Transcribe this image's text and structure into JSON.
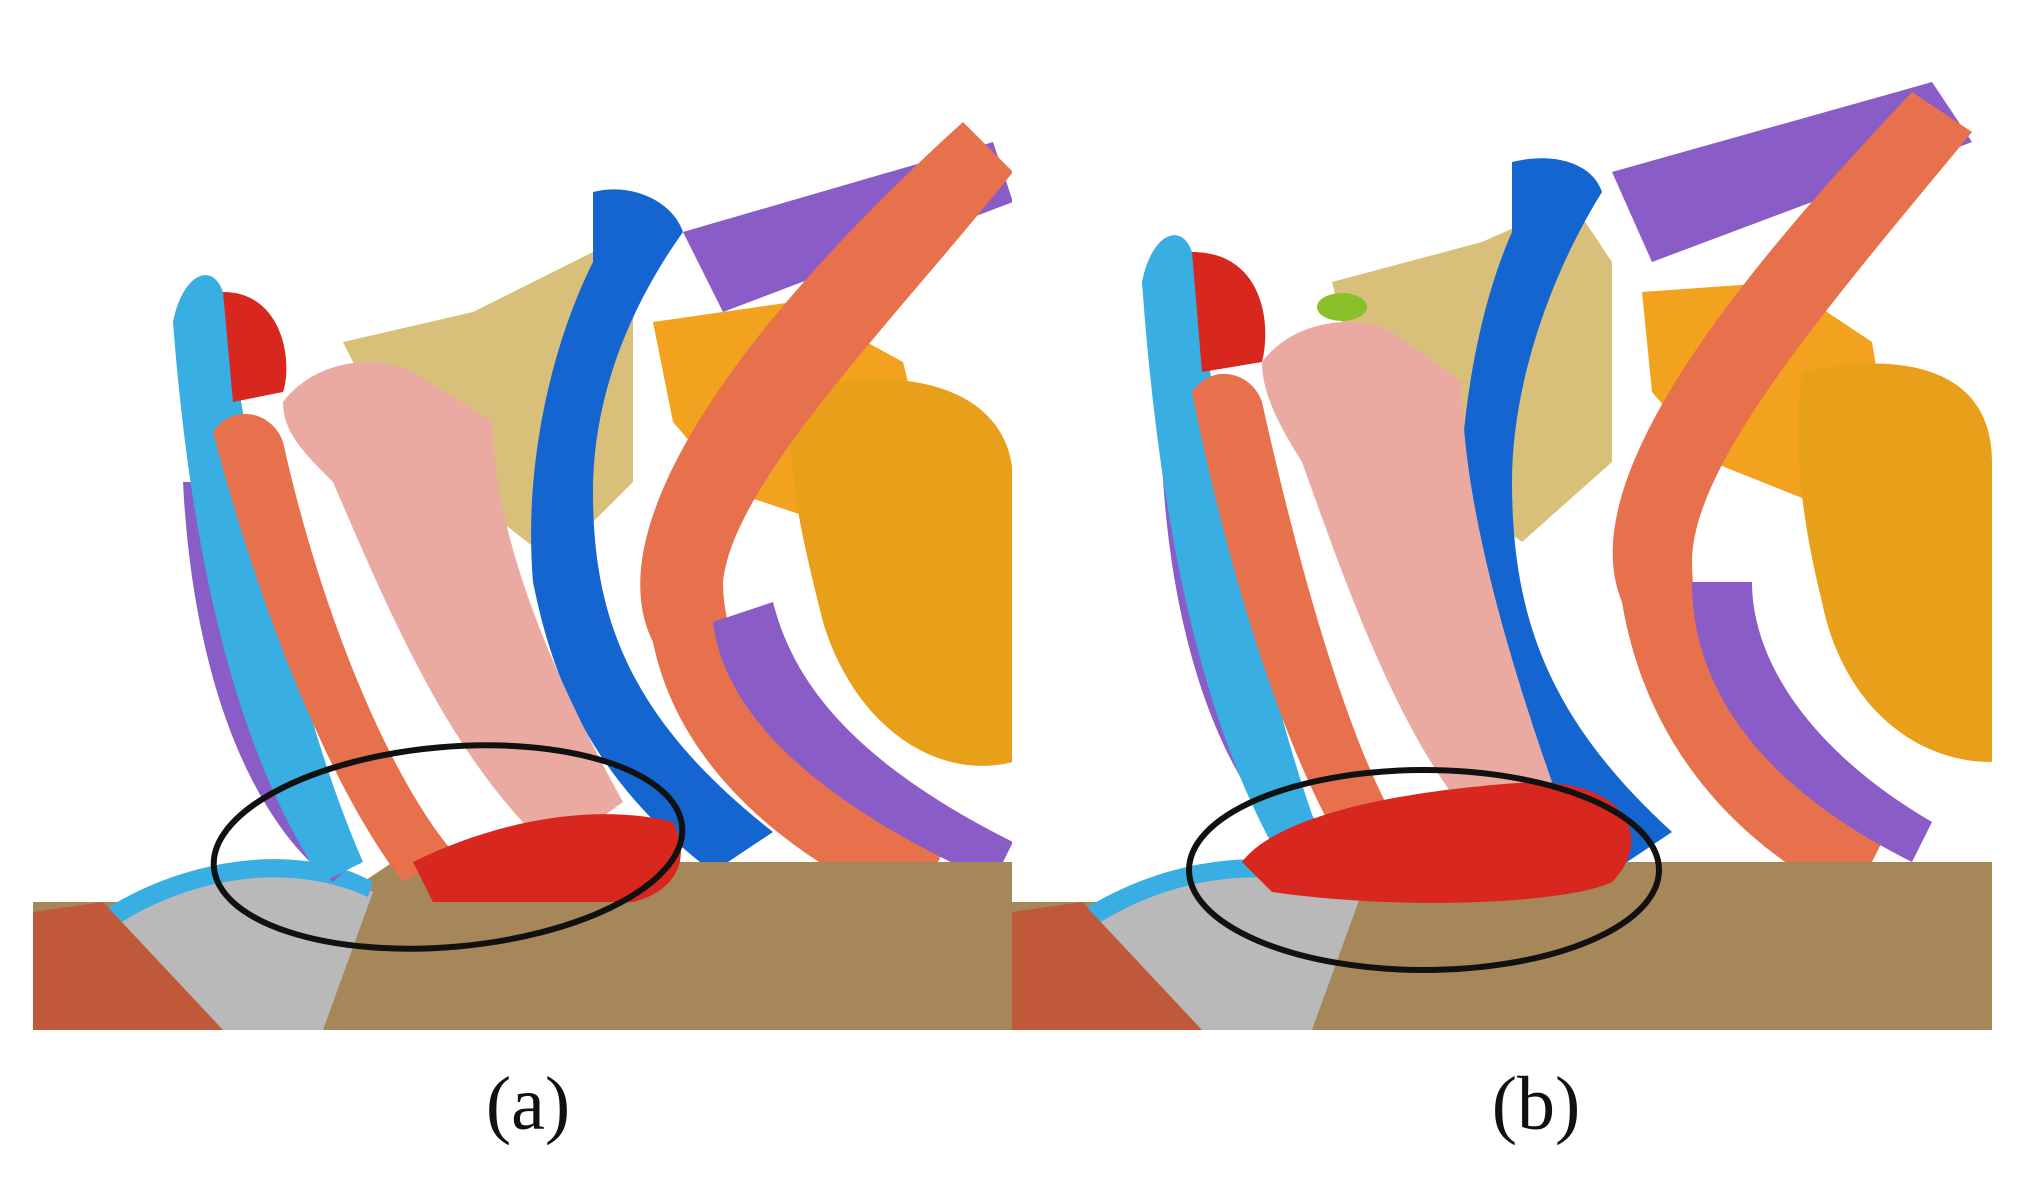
{
  "figure": {
    "panels": [
      {
        "label": "(a)",
        "highlight": "contact-region"
      },
      {
        "label": "(b)",
        "highlight": "contact-region"
      }
    ]
  },
  "colors": {
    "background": "#ffffff",
    "ground": "#a6875a",
    "light_blue": "#38aee2",
    "dark_blue": "#1565d0",
    "purple": "#8a5cc8",
    "salmon": "#e6714c",
    "pink": "#eaaaa2",
    "red": "#d8271e",
    "orange": "#f2a21e",
    "tan": "#d8c07a",
    "gray": "#b9b9b9",
    "ellipse": "#111111"
  }
}
